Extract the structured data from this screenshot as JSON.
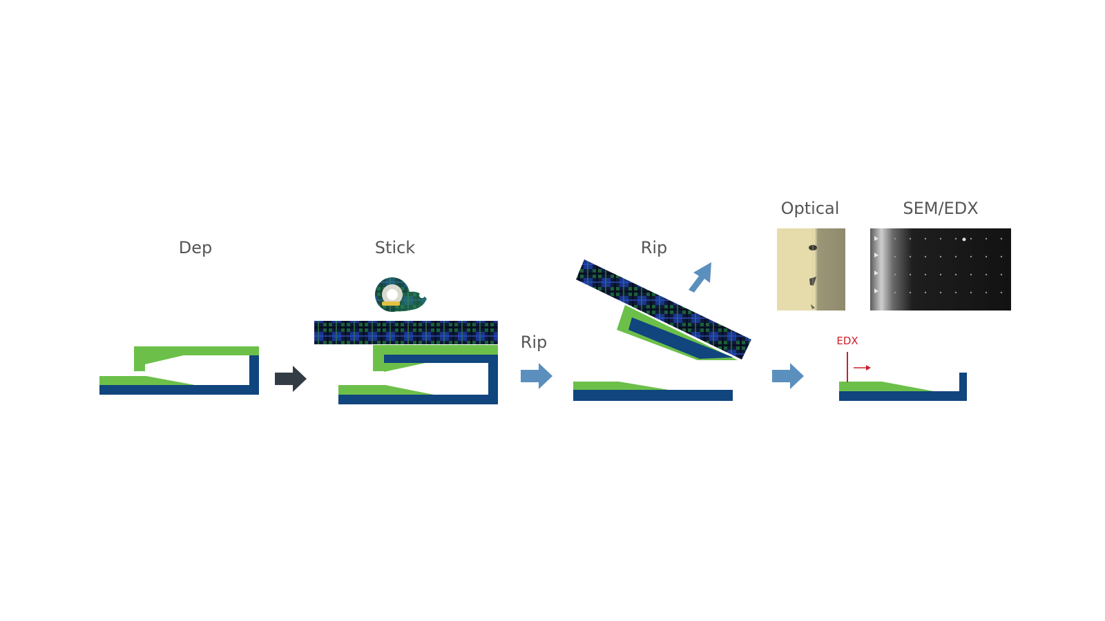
{
  "labels": {
    "dep": "Dep",
    "stick": "Stick",
    "rip_arrow": "Rip",
    "rip_step": "Rip",
    "optical": "Optical",
    "sem_edx": "SEM/EDX",
    "edx": "EDX"
  },
  "colors": {
    "substrate_blue": "#10457e",
    "film_green": "#6cc04a",
    "arrow_dark": "#333b44",
    "arrow_blue": "#5b8fbd",
    "tape_dark": "#0f1a3a",
    "tape_green": "#1f6b3a",
    "tape_blue": "#1c3aa0",
    "edx_red": "#c8202a",
    "optical_bg": "#e6dcab",
    "optical_shadow": "#9c9678",
    "sem_bg": "#141414"
  },
  "icons": {
    "tape_dispenser": "tape-dispenser-icon",
    "process_arrow": "process-arrow-icon",
    "lift_arrow": "lift-arrow-icon"
  }
}
